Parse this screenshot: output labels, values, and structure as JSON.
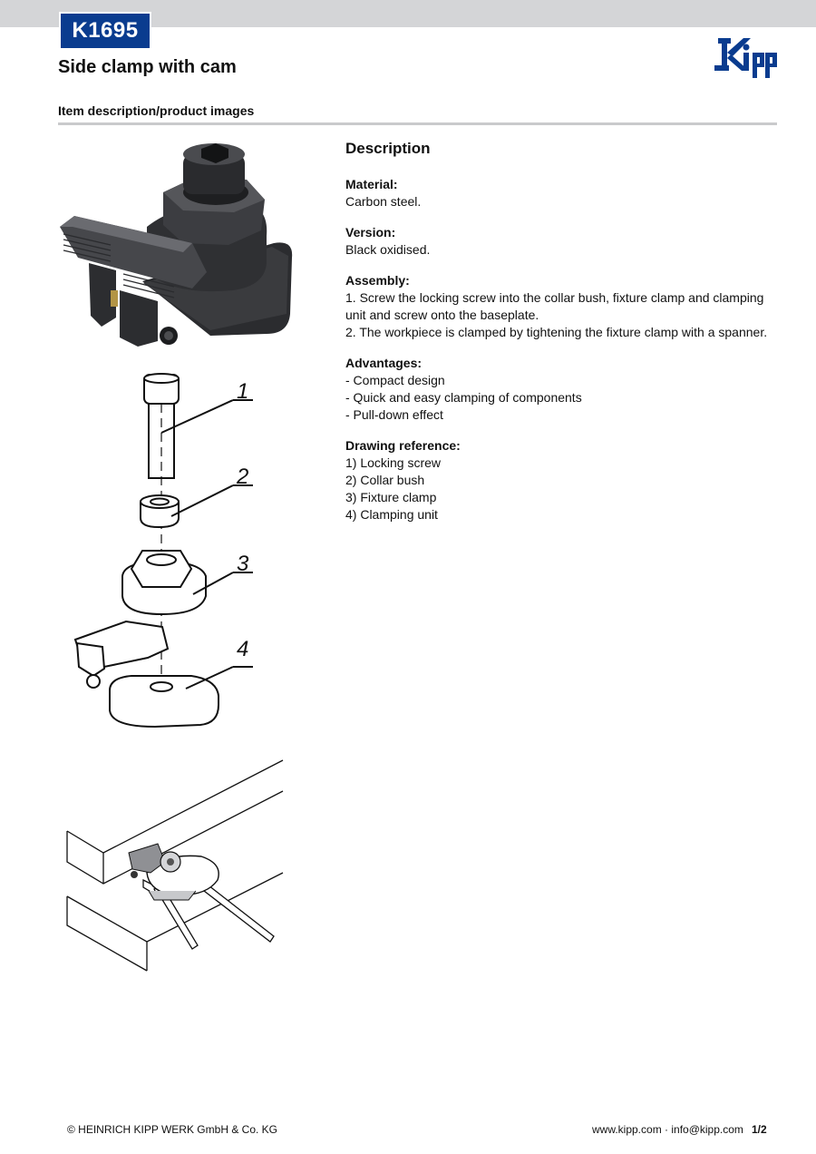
{
  "header": {
    "code": "K1695",
    "title": "Side clamp with cam",
    "logo_text": "Kipp",
    "section_heading": "Item description/product images"
  },
  "description": {
    "heading": "Description",
    "material": {
      "label": "Material:",
      "text": "Carbon steel."
    },
    "version": {
      "label": "Version:",
      "text": "Black oxidised."
    },
    "assembly": {
      "label": "Assembly:",
      "lines": [
        "1. Screw the locking screw into the collar bush, fixture clamp and clamping unit and screw onto the baseplate.",
        "2. The workpiece is clamped by tightening the fixture clamp with a spanner."
      ]
    },
    "advantages": {
      "label": "Advantages:",
      "lines": [
        "- Compact design",
        "- Quick and easy clamping of components",
        "- Pull-down effect"
      ]
    },
    "drawing_reference": {
      "label": "Drawing reference:",
      "lines": [
        "1) Locking screw",
        "2) Collar bush",
        "3) Fixture clamp",
        "4) Clamping unit"
      ]
    }
  },
  "drawing_labels": [
    "1",
    "2",
    "3",
    "4"
  ],
  "footer": {
    "copyright": "© HEINRICH KIPP WERK GmbH & Co. KG",
    "contact": "www.kipp.com · info@kipp.com",
    "page": "1/2"
  },
  "colors": {
    "brand_blue": "#0a3c8f",
    "band_grey": "#d4d5d7"
  }
}
